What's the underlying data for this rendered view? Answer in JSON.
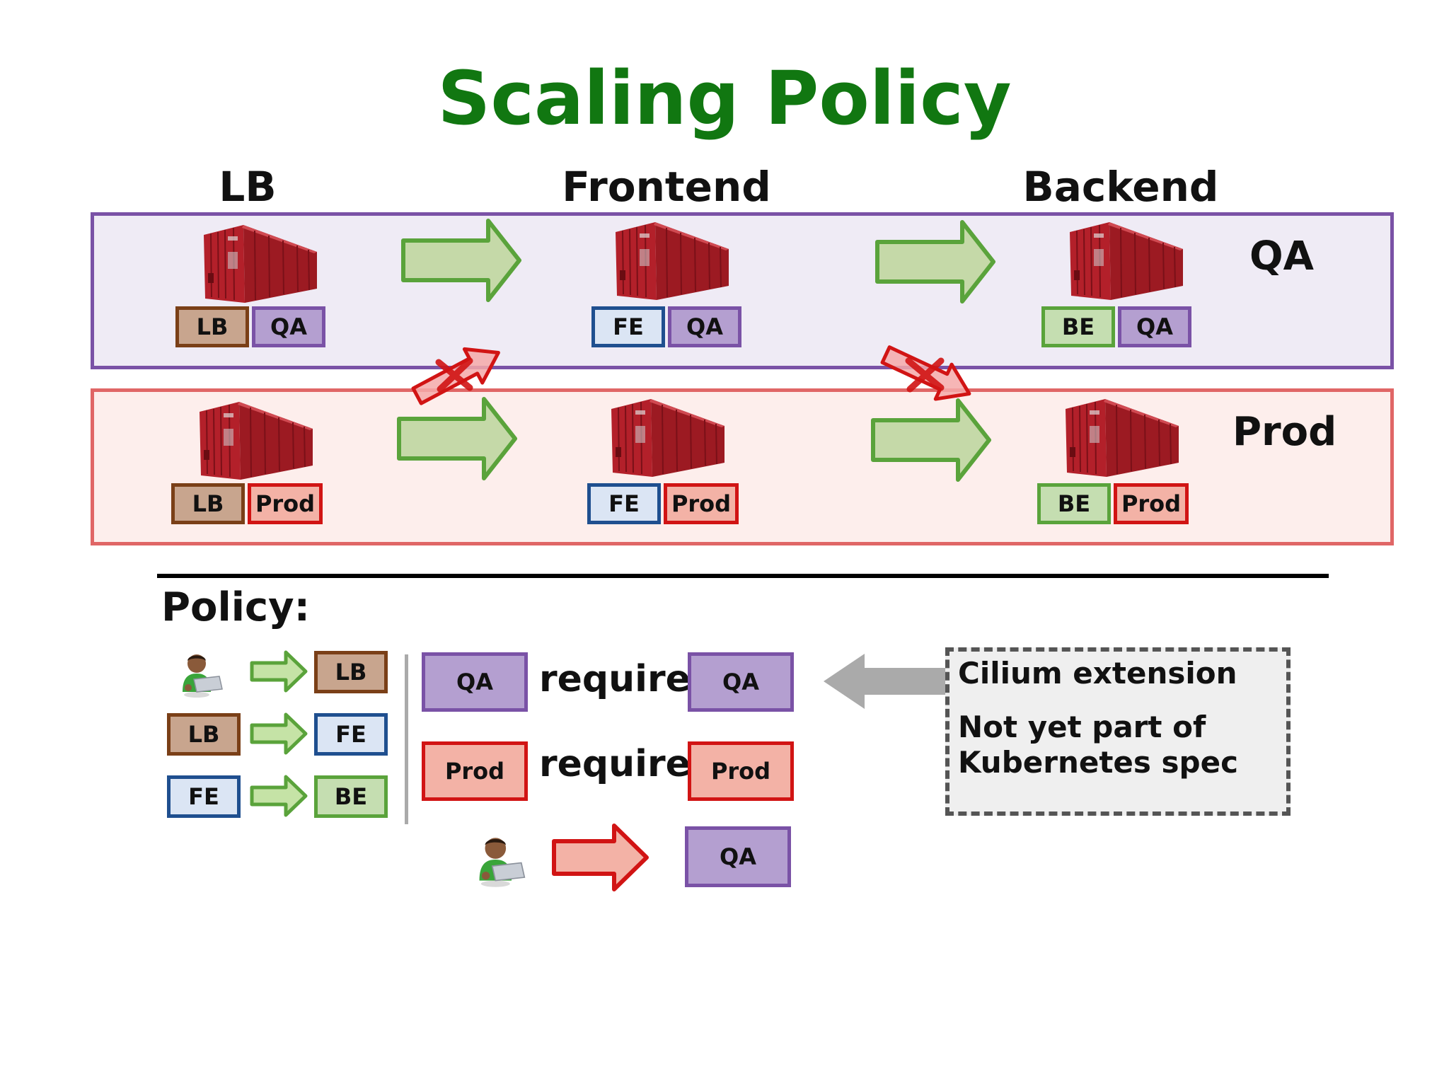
{
  "title": "Scaling Policy",
  "columns": {
    "lb": "LB",
    "frontend": "Frontend",
    "backend": "Backend"
  },
  "environments": {
    "qa": "QA",
    "prod": "Prod"
  },
  "labels": {
    "lb": "LB",
    "fe": "FE",
    "be": "BE",
    "qa": "QA",
    "prod": "Prod"
  },
  "policy": {
    "heading": "Policy:",
    "requires_word": "requires",
    "rules": [
      {
        "subject": "QA",
        "verb": "requires",
        "object": "QA"
      },
      {
        "subject": "Prod",
        "verb": "requires",
        "object": "Prod"
      }
    ],
    "user_rule_target": "QA"
  },
  "note": {
    "line1": "Cilium extension",
    "line2": "Not yet part of",
    "line3": "Kubernetes spec"
  },
  "colors": {
    "title": "#117711",
    "qa": "#7a52a6",
    "prod": "#d11414",
    "lb": "#7a3f17",
    "fe": "#1f4f8f",
    "be": "#5aa33b",
    "allowed_arrow": "#5aa33b",
    "denied_arrow": "#d11414",
    "cilium_arrow": "#aaaaaa"
  },
  "icons": [
    "shipping-container-icon",
    "user-laptop-icon",
    "arrow-right-icon",
    "denied-arrow-icon",
    "arrow-left-icon"
  ]
}
